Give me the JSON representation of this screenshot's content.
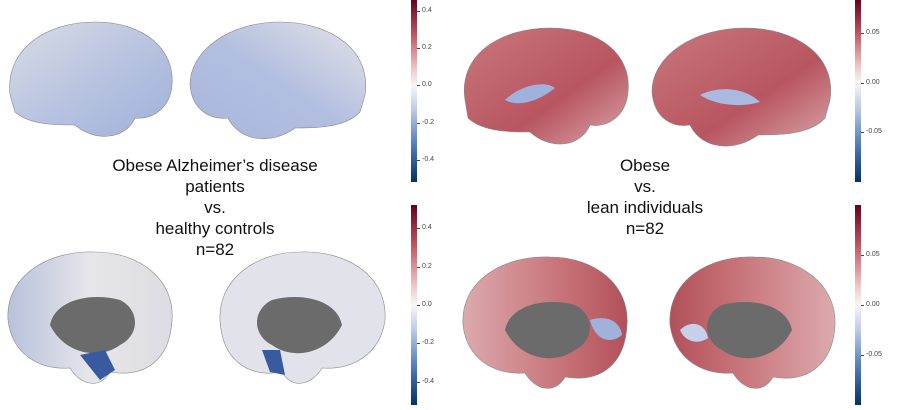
{
  "panels": [
    {
      "title_lines": [
        "Obese Alzheimer’s disease patients",
        "vs.",
        "healthy controls",
        "n=82"
      ],
      "colorbar_lateral": {
        "range": [
          -0.52,
          0.46
        ],
        "ticks": [
          "0.4",
          "0.2",
          "0.0",
          "-0.2",
          "-0.4"
        ],
        "tick_values": [
          0.4,
          0.2,
          0.0,
          -0.2,
          -0.4
        ]
      },
      "colorbar_medial": {
        "range": [
          -0.52,
          0.52
        ],
        "ticks": [
          "0.4",
          "0.2",
          "0.0",
          "-0.2",
          "-0.4"
        ],
        "tick_values": [
          0.4,
          0.2,
          0.0,
          -0.2,
          -0.4
        ]
      }
    },
    {
      "title_lines": [
        "Obese",
        "vs.",
        "lean individuals",
        "n=82"
      ],
      "colorbar_lateral": {
        "range": [
          -0.1,
          0.083
        ],
        "ticks": [
          "0.05",
          "0.00",
          "-0.05"
        ],
        "tick_values": [
          0.05,
          0.0,
          -0.05
        ]
      },
      "colorbar_medial": {
        "range": [
          -0.1,
          0.1
        ],
        "ticks": [
          "0.05",
          "0.00",
          "-0.05"
        ],
        "tick_values": [
          0.05,
          0.0,
          -0.05
        ]
      }
    }
  ],
  "colors": {
    "positive": "#67001f",
    "neutral": "#f7f7f7",
    "negative": "#053061",
    "medial_wall": "#6b6b6b"
  }
}
